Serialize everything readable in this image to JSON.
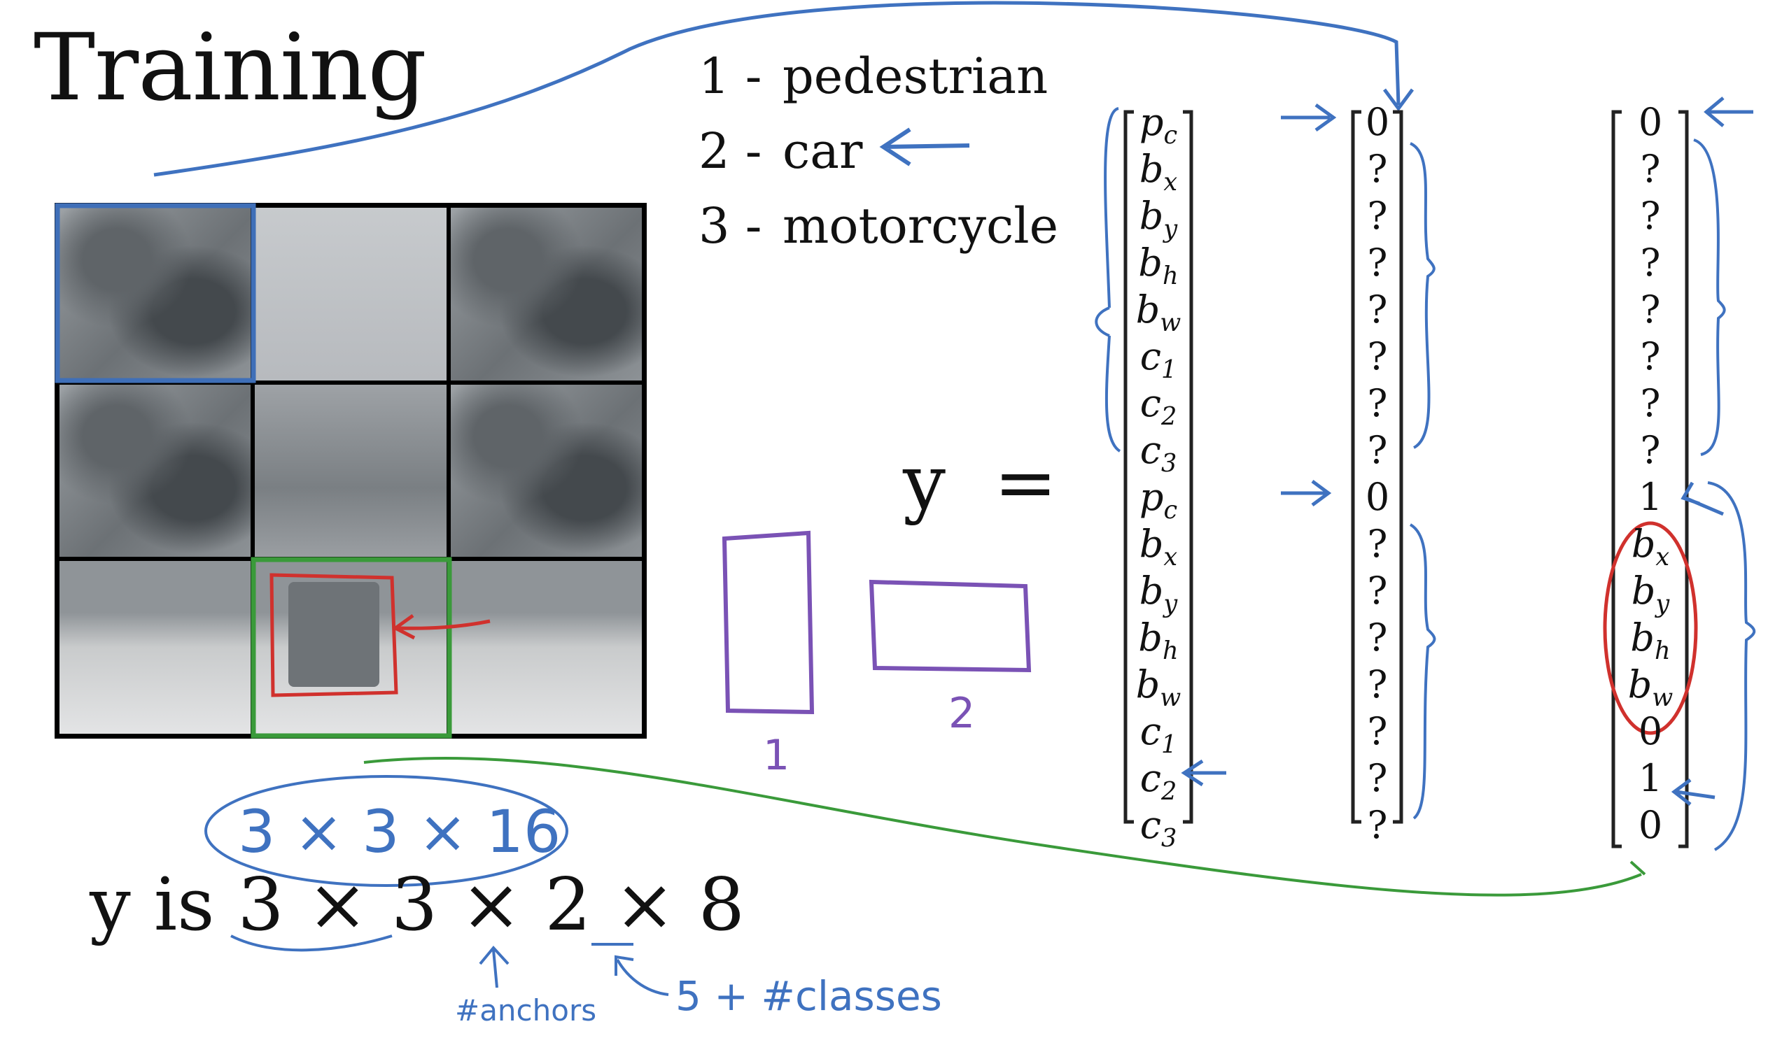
{
  "title": "Training",
  "classes": [
    {
      "num": "1 -",
      "label": "pedestrian"
    },
    {
      "num": "2 -",
      "label": "car"
    },
    {
      "num": "3 -",
      "label": "motorcycle"
    }
  ],
  "equation": {
    "lhs": "y",
    "eq": "="
  },
  "label_vector": {
    "entries": [
      "p_c",
      "b_x",
      "b_y",
      "b_h",
      "b_w",
      "c_1",
      "c_2",
      "c_3",
      "p_c",
      "b_x",
      "b_y",
      "b_h",
      "b_w",
      "c_1",
      "c_2",
      "c_3"
    ],
    "display": [
      "pc",
      "bx",
      "by",
      "bh",
      "bw",
      "c1",
      "c2",
      "c3",
      "pc",
      "bx",
      "by",
      "bh",
      "bw",
      "c1",
      "c2",
      "c3"
    ]
  },
  "example_vector_1": [
    "0",
    "?",
    "?",
    "?",
    "?",
    "?",
    "?",
    "?",
    "0",
    "?",
    "?",
    "?",
    "?",
    "?",
    "?",
    "?"
  ],
  "example_vector_2": [
    "0",
    "?",
    "?",
    "?",
    "?",
    "?",
    "?",
    "?",
    "1",
    "bx",
    "by",
    "bh",
    "bw",
    "0",
    "1",
    "0"
  ],
  "anchors": {
    "label1": "1",
    "label2": "2"
  },
  "handwritten": {
    "shape": "3 × 3 × 16",
    "anchors_note": "#anchors",
    "classes_note": "5 + #classes"
  },
  "y_shape": {
    "prefix": "y  is",
    "expr": "3 × 3 × 2 × 8"
  },
  "colors": {
    "blue_ink": "#3f72c0",
    "green_ink": "#3a9a3a",
    "red_ink": "#d0312d",
    "purple_ink": "#7a52b5"
  }
}
